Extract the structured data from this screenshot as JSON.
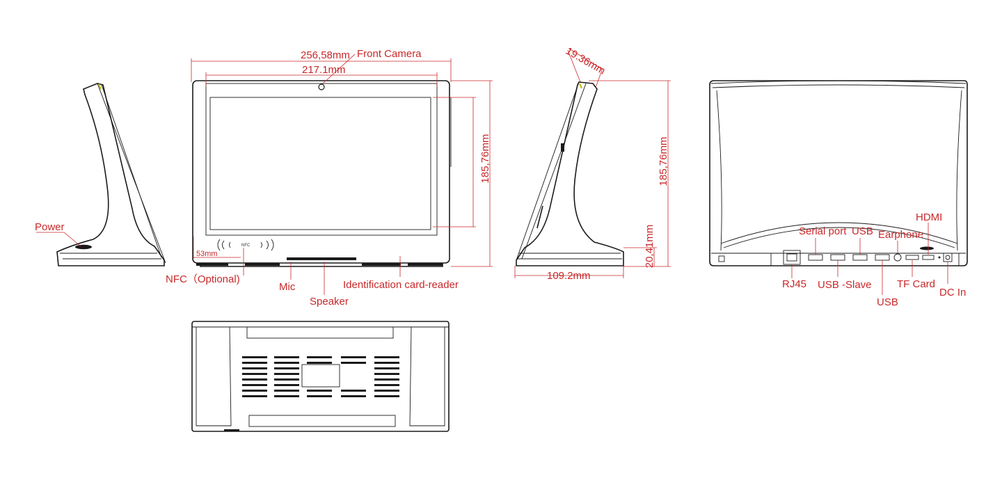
{
  "colors": {
    "annotation": "#c8282a",
    "device": "#1a1a1a",
    "background": "#ffffff"
  },
  "labels": {
    "power": "Power",
    "front_camera": "Front Camera",
    "nfc_optional": "NFC（Optional)",
    "nfc_chip": "NFC",
    "mic": "Mic",
    "speaker": "Speaker",
    "id_card_reader": "Identification card-reader",
    "serial_port": "Serial port",
    "usb_top": "USB",
    "earphone": "Earphone",
    "hdmi": "HDMI",
    "rj45": "RJ45",
    "usb_slave": "USB -Slave",
    "usb_bottom": "USB",
    "tf_card": "TF Card",
    "dc_in": "DC In"
  },
  "dimensions": {
    "overall_width": "256,58mm",
    "screen_width": "217.1mm",
    "front_height": "185,76mm",
    "bottom_offset": "53mm",
    "bezel_depth": "19.36mm",
    "side_height": "185,76mm",
    "base_height": "20,41mm",
    "base_depth": "109.2mm"
  }
}
